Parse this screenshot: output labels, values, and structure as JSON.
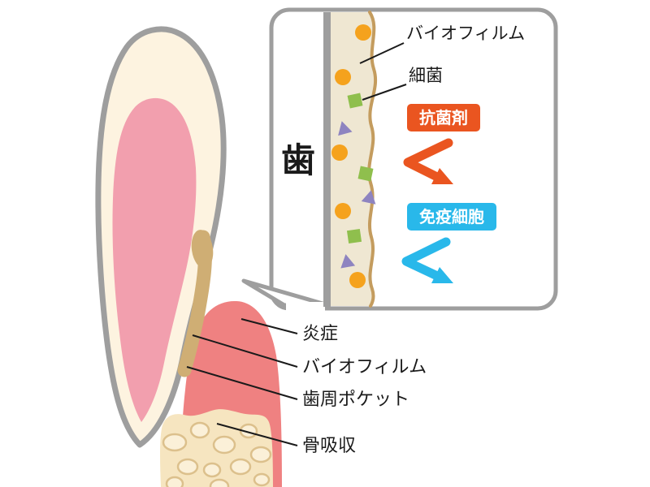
{
  "inset": {
    "tooth_label": "歯",
    "biofilm_label": "バイオフィルム",
    "bacteria_label": "細菌",
    "antibacterial_label": "抗菌剤",
    "immune_label": "免疫細胞"
  },
  "callouts": {
    "inflammation": "炎症",
    "biofilm": "バイオフィルム",
    "pocket": "歯周ポケット",
    "bone_resorption": "骨吸収"
  },
  "colors": {
    "outline_gray": "#9e9e9e",
    "tooth_enamel": "#fdf3e0",
    "pulp_pink": "#f29fae",
    "gum_pink": "#ef8181",
    "bone_cream": "#f6e5c0",
    "bone_bubble": "#fbf0d8",
    "biofilm_tan": "#cfae74",
    "biofilm_beige": "#efe7d2",
    "bacteria_orange": "#f5a21d",
    "bacteria_green": "#8fbf4d",
    "bacteria_purple": "#8e84c0",
    "antibacterial_orange": "#ea5520",
    "immune_blue": "#29b8ea",
    "label_black": "#1a1a1a"
  }
}
